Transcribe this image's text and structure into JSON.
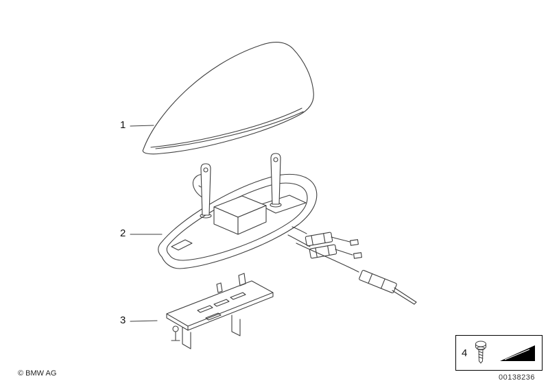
{
  "parts_diagram": {
    "callouts": [
      {
        "id": 1,
        "label": "1"
      },
      {
        "id": 2,
        "label": "2"
      },
      {
        "id": 3,
        "label": "3"
      },
      {
        "id": 4,
        "label": "4"
      }
    ]
  },
  "footer": {
    "copyright": "© BMW AG",
    "image_number": "00138236"
  },
  "colors": {
    "background": "#ffffff",
    "line": "#3d3d3d",
    "text": "#000000",
    "arrow_fill": "#000000"
  },
  "icons": {
    "screw": "screw-icon",
    "direction_arrow": "direction-arrow-icon"
  }
}
